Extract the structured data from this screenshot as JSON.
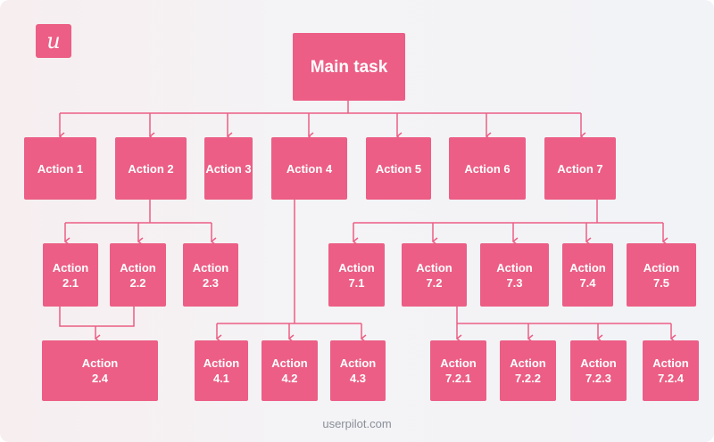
{
  "logo": "u",
  "main_task": "Main task",
  "level1": [
    "Action 1",
    "Action 2",
    "Action 3",
    "Action 4",
    "Action 5",
    "Action 6",
    "Action 7"
  ],
  "sub2": [
    {
      "line1": "Action",
      "line2": "2.1"
    },
    {
      "line1": "Action",
      "line2": "2.2"
    },
    {
      "line1": "Action",
      "line2": "2.3"
    },
    {
      "line1": "Action",
      "line2": "2.4"
    }
  ],
  "sub4": [
    {
      "line1": "Action",
      "line2": "4.1"
    },
    {
      "line1": "Action",
      "line2": "4.2"
    },
    {
      "line1": "Action",
      "line2": "4.3"
    }
  ],
  "sub7": [
    {
      "line1": "Action",
      "line2": "7.1"
    },
    {
      "line1": "Action",
      "line2": "7.2"
    },
    {
      "line1": "Action",
      "line2": "7.3"
    },
    {
      "line1": "Action",
      "line2": "7.4"
    },
    {
      "line1": "Action",
      "line2": "7.5"
    }
  ],
  "sub72": [
    {
      "line1": "Action",
      "line2": "7.2.1"
    },
    {
      "line1": "Action",
      "line2": "7.2.2"
    },
    {
      "line1": "Action",
      "line2": "7.2.3"
    },
    {
      "line1": "Action",
      "line2": "7.2.4"
    }
  ],
  "footer": "userpilot.com",
  "colors": {
    "node": "#ec5e85",
    "connector": "#ec5e85",
    "background": "#f4f3f5",
    "footer_text": "#8a8f9a"
  }
}
